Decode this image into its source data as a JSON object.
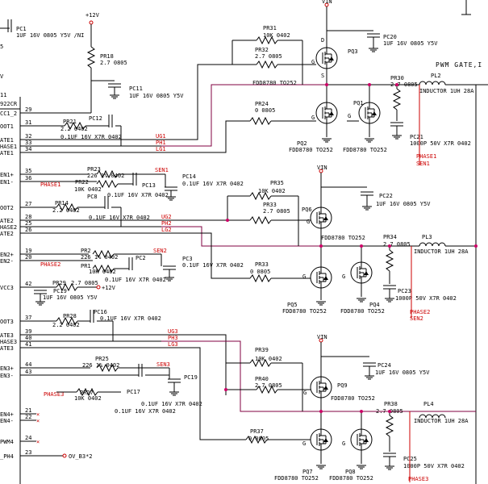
{
  "rails": {
    "p12v": "+12V",
    "vin": "VIN",
    "pwm_gate": "PWM GATE,I"
  },
  "left_pins": [
    {
      "id": "p29",
      "num": "29",
      "name": "CC1_2"
    },
    {
      "id": "p31",
      "num": "31",
      "name": "OOT1"
    },
    {
      "id": "p32",
      "num": "32",
      "name": "ATE1"
    },
    {
      "id": "p33",
      "num": "33",
      "name": "HASE1"
    },
    {
      "id": "p34",
      "num": "34",
      "name": "ATE1"
    },
    {
      "id": "p35",
      "num": "35",
      "name": "EN1+"
    },
    {
      "id": "p36",
      "num": "36",
      "name": "EN1-"
    },
    {
      "id": "p27",
      "num": "27",
      "name": "OOT2"
    },
    {
      "id": "p28",
      "num": "28",
      "name": "ATE2"
    },
    {
      "id": "p25",
      "num": "25",
      "name": "HASE2"
    },
    {
      "id": "p26",
      "num": "26",
      "name": "ATE2"
    },
    {
      "id": "p19",
      "num": "19",
      "name": "EN2+"
    },
    {
      "id": "p20",
      "num": "20",
      "name": "EN2-"
    },
    {
      "id": "p42",
      "num": "42",
      "name": "VCC3"
    },
    {
      "id": "p37",
      "num": "37",
      "name": "OOT3"
    },
    {
      "id": "p39",
      "num": "39",
      "name": "ATE3"
    },
    {
      "id": "p40",
      "num": "40",
      "name": "HASE3"
    },
    {
      "id": "p41",
      "num": "41",
      "name": "ATE3"
    },
    {
      "id": "p44",
      "num": "44",
      "name": "EN3+"
    },
    {
      "id": "p43",
      "num": "43",
      "name": "EN3-"
    },
    {
      "id": "p21",
      "num": "21",
      "name": "EN4+"
    },
    {
      "id": "p22",
      "num": "22",
      "name": "EN4-"
    },
    {
      "id": "p24",
      "num": "24",
      "name": "PWM4"
    },
    {
      "id": "p23",
      "num": "23",
      "name": "_PH4"
    }
  ],
  "nets": {
    "ug1": "UG1",
    "ph1": "PH1",
    "lg1": "LG1",
    "phase1": "PHASE1",
    "sen1": "SEN1",
    "ug2": "UG2",
    "ph2": "PH2",
    "lg2": "LG2",
    "phase2": "PHASE2",
    "sen2": "SEN2",
    "ug3": "UG3",
    "ph3": "PH3",
    "lg3": "LG3",
    "phase3": "PHASE3",
    "sen3": "SEN3",
    "p12v_local": "+12V",
    "ov_b32": "OV_B3*2",
    "n11": "11",
    "n922cr": "922CR"
  },
  "parts": {
    "pc1": {
      "ref": "PC1",
      "val": "1UF 16V 0805 Y5V /NI"
    },
    "pr18": {
      "ref": "PR18",
      "val": "2.7 0805"
    },
    "pc11": {
      "ref": "PC11",
      "val": "1UF 16V 0805 Y5V"
    },
    "pr31": {
      "ref": "PR31",
      "val": "10K 0402"
    },
    "pr32": {
      "ref": "PR32",
      "val": "2.7 0805"
    },
    "pq3": {
      "ref": "PQ3",
      "val": "FDD8780 TO252"
    },
    "pc20": {
      "ref": "PC20",
      "val": "1UF 16V 0805 Y5V"
    },
    "pr30": {
      "ref": "PR30",
      "val": "2.7 0805"
    },
    "pl2": {
      "ref": "PL2",
      "val": "INDUCTOR 1UH 28A"
    },
    "pr21": {
      "ref": "PR21",
      "val": "2.2 0402"
    },
    "pc12": {
      "ref": "PC12",
      "val": "0.1UF 16V X7R 0402"
    },
    "pr24": {
      "ref": "PR24",
      "val": "0 0805"
    },
    "pq2": {
      "ref": "PQ2",
      "val": "FDD8780 TO252"
    },
    "pq1": {
      "ref": "PQ1",
      "val": "FDD8780 TO252"
    },
    "pc21": {
      "ref": "PC21",
      "val": "1000P 50V X7R 0402"
    },
    "pr23": {
      "ref": "PR23",
      "val": "226 1% 0402"
    },
    "pr22": {
      "ref": "PR22",
      "val": "10K 0402"
    },
    "pc13": {
      "ref": "PC13",
      "val": "0.1UF 16V X7R 0402"
    },
    "pc14": {
      "ref": "PC14",
      "val": "0.1UF 16V X7R 0402"
    },
    "pr14": {
      "ref": "PR14",
      "val": "2.2 0402"
    },
    "pc8": {
      "ref": "PC8",
      "val": "0.1UF 16V X7R 0402"
    },
    "pr35": {
      "ref": "PR35",
      "val": "10K 0402"
    },
    "pr33b": {
      "ref": "PR33",
      "val": "2.7 0805"
    },
    "pq6": {
      "ref": "PQ6",
      "val": "FDD8780 TO252"
    },
    "pc22": {
      "ref": "PC22",
      "val": "1UF 16V 0805 Y5V"
    },
    "pr34": {
      "ref": "PR34",
      "val": "2.7 0805"
    },
    "pl3": {
      "ref": "PL3",
      "val": "INDUCTOR 1UH 28A"
    },
    "pr2": {
      "ref": "PR2",
      "val": "226 1% 0402"
    },
    "pr1": {
      "ref": "PR1",
      "val": "10K 0402"
    },
    "pc2": {
      "ref": "PC2",
      "val": ""
    },
    "pc3": {
      "ref": "PC3",
      "val": "0.1UF 16V X7R 0402"
    },
    "pr33": {
      "ref": "PR33",
      "val": "0 0805"
    },
    "pq5": {
      "ref": "PQ5",
      "val": "FDD8780 TO252"
    },
    "pq4": {
      "ref": "PQ4",
      "val": "FDD8780 TO252"
    },
    "pc23": {
      "ref": "PC23",
      "val": "1000P 50V X7R 0402"
    },
    "pr29": {
      "ref": "PR29",
      "val": "2.7 0805"
    },
    "pc19": {
      "ref": "PC19",
      "val": "1UF 16V 0805 Y5V"
    },
    "pr28": {
      "ref": "PR28",
      "val": "2.2 0402"
    },
    "pc16": {
      "ref": "PC16",
      "val": "0.1UF 16V X7R 0402"
    },
    "pr39": {
      "ref": "PR39",
      "val": "10K 0402"
    },
    "pr40": {
      "ref": "PR40",
      "val": "2.7 0805"
    },
    "pq9": {
      "ref": "PQ9",
      "val": "FDD8780 TO252"
    },
    "pc24": {
      "ref": "PC24",
      "val": "1UF 16V 0805 Y5V"
    },
    "pr25": {
      "ref": "PR25",
      "val": "226 1% 0402"
    },
    "pr27": {
      "ref": "PR27",
      "val": "10K 0402"
    },
    "pc17": {
      "ref": "PC17",
      "val": "0.1UF 16V X7R 0402"
    },
    "pc19b": {
      "ref": "PC19",
      "val": "0.1UF 16V X7R 0402"
    },
    "pr38": {
      "ref": "PR38",
      "val": "2.7 0805"
    },
    "pl4": {
      "ref": "PL4",
      "val": "INDUCTOR 1UH 28A"
    },
    "pr37": {
      "ref": "PR37",
      "val": "0 0805"
    },
    "pq7": {
      "ref": "PQ7",
      "val": "FDD8780 TO252"
    },
    "pq8": {
      "ref": "PQ8",
      "val": "FDD8780 TO252"
    },
    "pc25": {
      "ref": "PC25",
      "val": "1000P 50V X7R 0402"
    }
  },
  "pins": {
    "g": "G",
    "d": "D",
    "s": "S"
  }
}
